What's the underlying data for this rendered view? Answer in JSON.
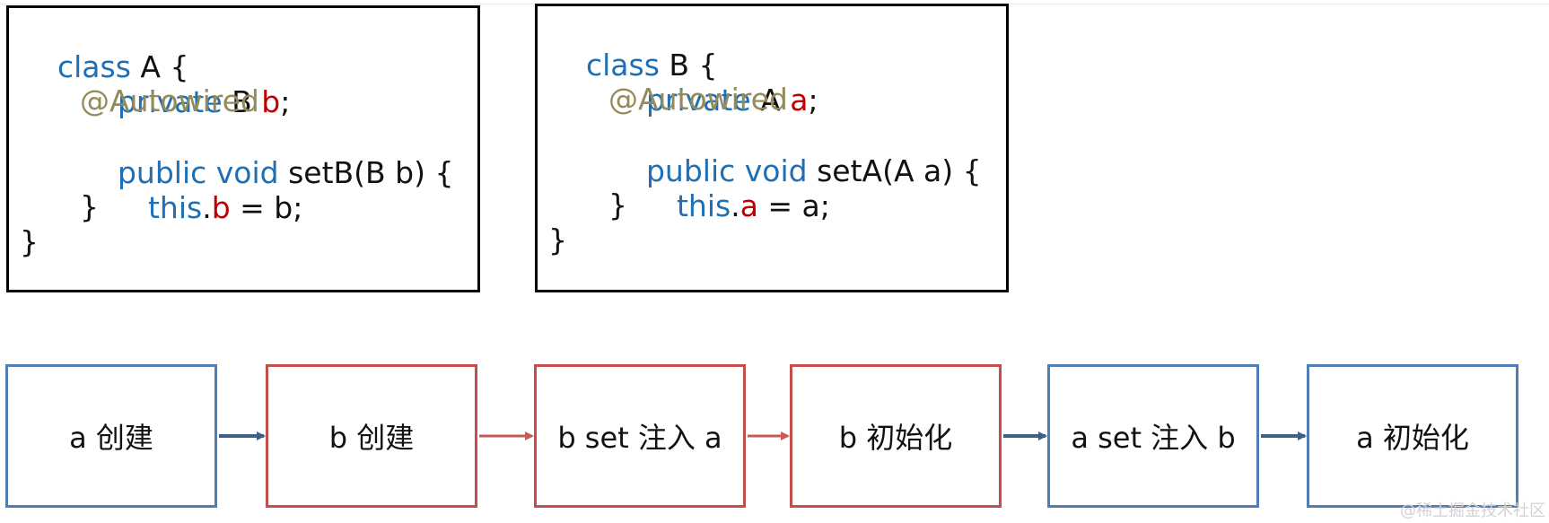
{
  "code_boxes": [
    {
      "id": "class-a",
      "lines": {
        "l1": {
          "kw": "class",
          "rest": " A {"
        },
        "l2": {
          "kw": "private",
          "type": " B ",
          "field": "b",
          "end": ";"
        },
        "l3": {
          "ann": "@Autowired"
        },
        "l4": {
          "kw": "public void",
          "rest": " setB(B b) {"
        },
        "l5": {
          "kw": "this",
          "dot": ".",
          "field": "b",
          "rest": " = b;"
        },
        "l6": {
          "rest": "}"
        },
        "l7": {
          "rest": "}"
        }
      }
    },
    {
      "id": "class-b",
      "lines": {
        "l1": {
          "kw": "class",
          "rest": " B {"
        },
        "l2": {
          "kw": "private",
          "type": " A ",
          "field": "a",
          "end": ";"
        },
        "l3": {
          "ann": "@Autowired"
        },
        "l4": {
          "kw": "public void",
          "rest": " setA(A a) {"
        },
        "l5": {
          "kw": "this",
          "dot": ".",
          "field": "a",
          "rest": " = a;"
        },
        "l6": {
          "rest": "}"
        },
        "l7": {
          "rest": "}"
        }
      }
    }
  ],
  "flow": [
    {
      "label": "a 创建",
      "color": "blue"
    },
    {
      "label": "b 创建",
      "color": "red"
    },
    {
      "label": "b set 注入 a",
      "color": "red"
    },
    {
      "label": "b 初始化",
      "color": "red"
    },
    {
      "label": "a set 注入 b",
      "color": "blue"
    },
    {
      "label": "a 初始化",
      "color": "blue"
    }
  ],
  "arrows": [
    {
      "from": 0,
      "to": 1,
      "color": "blue"
    },
    {
      "from": 1,
      "to": 2,
      "color": "red"
    },
    {
      "from": 2,
      "to": 3,
      "color": "red"
    },
    {
      "from": 3,
      "to": 4,
      "color": "blue"
    },
    {
      "from": 4,
      "to": 5,
      "color": "blue"
    }
  ],
  "colors": {
    "keyword": "#1f6fb4",
    "annotation": "#958b5a",
    "field": "#c00000",
    "blue": "#4f7db4",
    "red": "#c24f4c",
    "arrow_blue": "#3e5f8a",
    "arrow_red": "#c65b57"
  },
  "watermark": "@稀土掘金技术社区"
}
